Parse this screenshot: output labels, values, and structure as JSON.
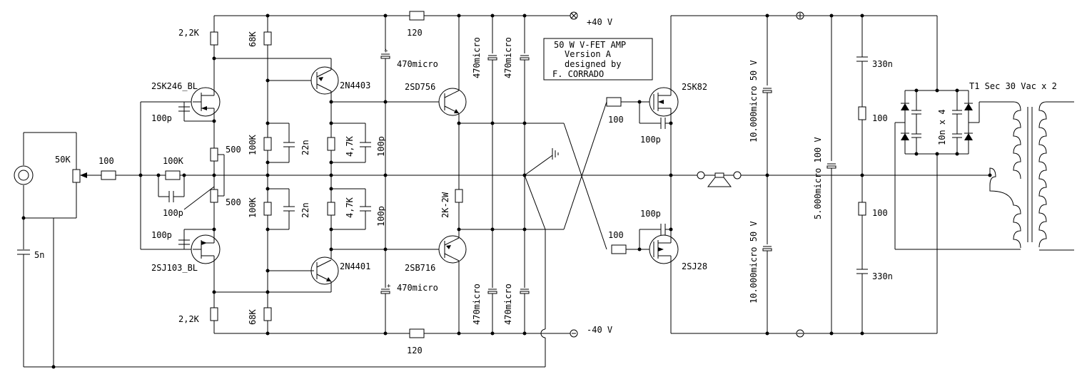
{
  "title_box": {
    "line1": "50 W V-FET AMP",
    "line2": "Version  A",
    "line3": "designed by",
    "line4": "F.  CORRADO"
  },
  "rails": {
    "pos": "+40 V",
    "neg": "-40 V"
  },
  "input": {
    "pot": "50K",
    "series_r": "100",
    "cap_gnd": "5n"
  },
  "front": {
    "fb_r": "100K",
    "fb_c": "100p",
    "jfet_top": "2SK246_BL",
    "jfet_bot": "2SJ103_BL",
    "cap_top": "100p",
    "cap_bot": "100p",
    "r_top": "2,2K",
    "r_bot": "2,2K",
    "trim_top": "500",
    "trim_bot": "500"
  },
  "second": {
    "r68_top": "68K",
    "r68_bot": "68K",
    "r100k_top": "100K",
    "r100k_bot": "100K",
    "c22_top": "22n",
    "c22_bot": "22n",
    "r47_top": "4,7K",
    "r47_bot": "4,7K",
    "c100_top": "100p",
    "c100_bot": "100p",
    "q_top": "2N4403",
    "q_bot": "2N4401"
  },
  "driver": {
    "r120_top": "120",
    "r120_bot": "120",
    "c470_1": "470micro",
    "c470_2": "470micro",
    "c470_3": "470micro",
    "c470_4": "470micro",
    "c470_5": "470micro",
    "c470_6": "470micro",
    "q_top": "2SD756",
    "q_bot": "2SB716",
    "r2k": "2K-2W"
  },
  "output": {
    "gate_r_top": "100",
    "gate_r_bot": "100",
    "gate_c_top": "100p",
    "gate_c_bot": "100p",
    "fet_top": "2SK82",
    "fet_bot": "2SJ28"
  },
  "psu": {
    "c10k_top": "10.000micro 50 V",
    "c10k_bot": "10.000micro 50 V",
    "c5k": "5.000micro 100 V",
    "c330_top": "330n",
    "c330_bot": "330n",
    "r100_top": "100",
    "r100_bot": "100",
    "bridge_c": "10n x 4",
    "transformer": "T1 Sec 30 Vac x 2"
  }
}
